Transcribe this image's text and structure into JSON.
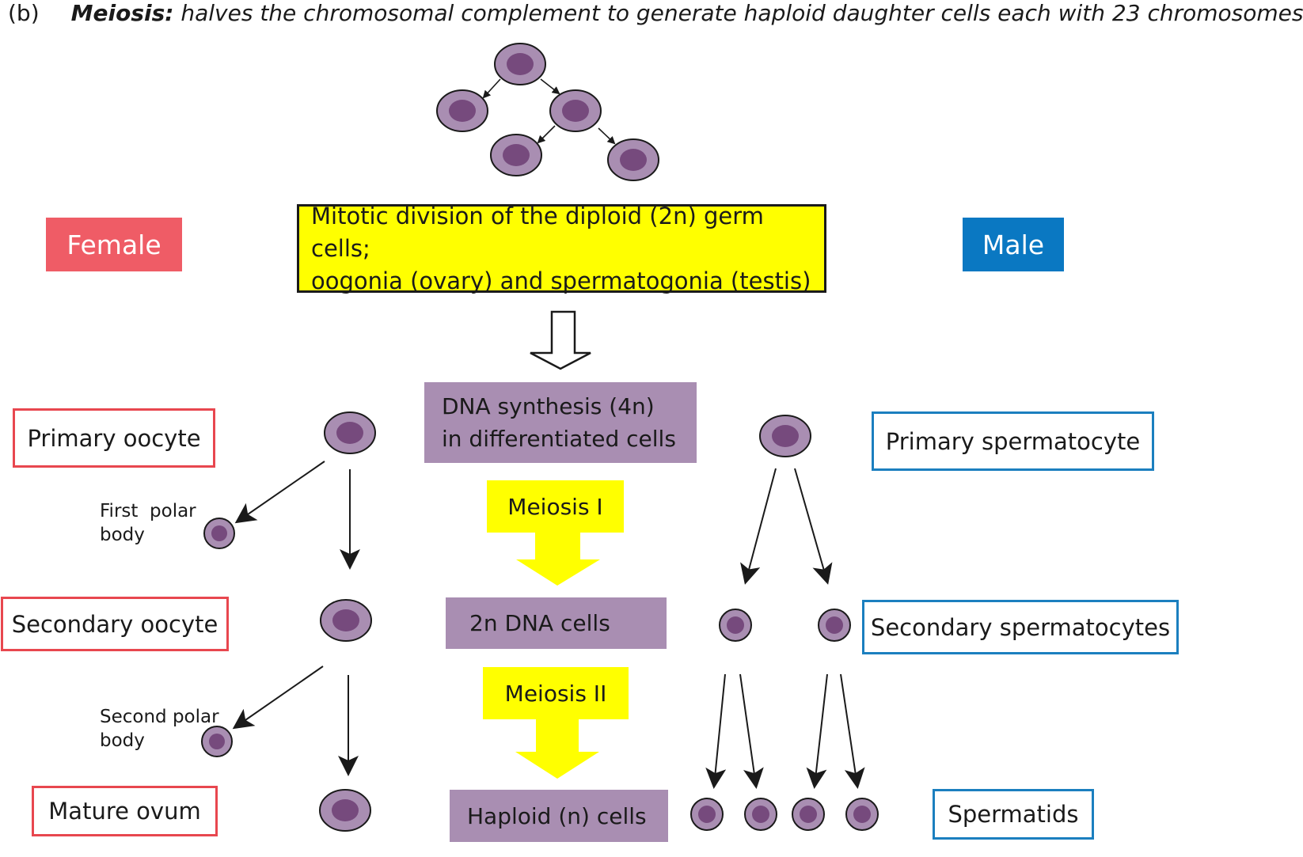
{
  "heading": {
    "panel": "(b)",
    "term": "Meiosis:",
    "description": " halves the chromosomal complement to generate haploid daughter cells each with 23 chromosomes"
  },
  "sexes": {
    "female": "Female",
    "male": "Male"
  },
  "mitotic_box": {
    "line1": "Mitotic division of the diploid (2n) germ cells;",
    "line2": "oogonia (ovary) and spermatogonia (testis)"
  },
  "center_steps": {
    "dna_synthesis_line1": "DNA synthesis (4n)",
    "dna_synthesis_line2": "in differentiated cells",
    "meiosis1": "Meiosis I",
    "two_n_cells": "2n DNA cells",
    "meiosis2": "Meiosis II",
    "haploid_cells": "Haploid (n) cells"
  },
  "female_labels": {
    "primary_oocyte": "Primary oocyte",
    "first_polar_line1": "First  polar",
    "first_polar_line2": "body",
    "secondary_oocyte": "Secondary oocyte",
    "second_polar_line1": "Second polar",
    "second_polar_line2": "body",
    "mature_ovum": "Mature ovum"
  },
  "male_labels": {
    "primary_spermatocyte": "Primary spermatocyte",
    "secondary_spermatocytes": "Secondary spermatocytes",
    "spermatids": "Spermatids"
  },
  "colors": {
    "cell_outer": "#a98eb2",
    "cell_nucleus": "#764a7d",
    "female": "#ef5c66",
    "male": "#0a78c2",
    "highlight_yellow": "#ffff00",
    "step_purple": "#a98eb2"
  }
}
